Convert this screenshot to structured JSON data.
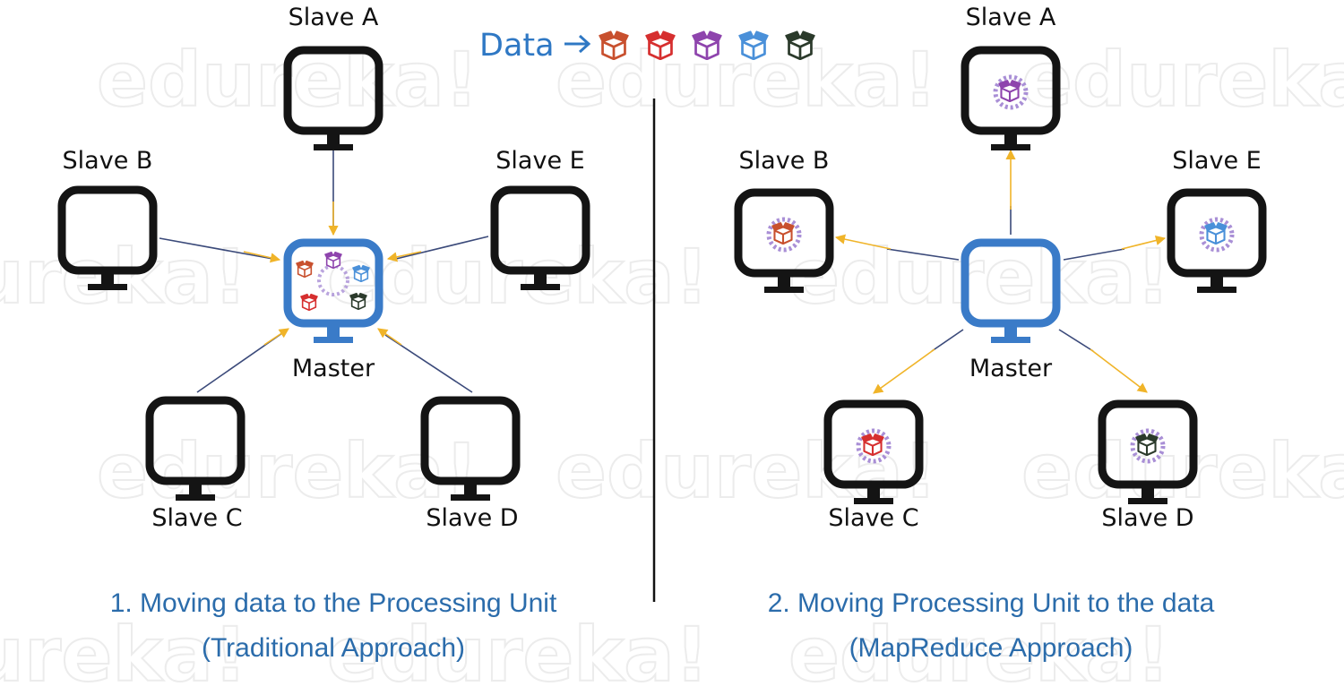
{
  "header": {
    "data_label": "Data",
    "box_colors": [
      "#c8502e",
      "#d62f2f",
      "#8e44ad",
      "#4a90d9",
      "#2b3a2b"
    ]
  },
  "colors": {
    "monitor_outline": "#141414",
    "master_outline": "#3a7bc8",
    "connector": "#3b4a7a",
    "arrow": "#f0b429",
    "spinner": "#a98fd6",
    "divider": "#111111"
  },
  "left": {
    "nodes": {
      "slave_a": "Slave A",
      "slave_b": "Slave B",
      "slave_c": "Slave C",
      "slave_d": "Slave D",
      "slave_e": "Slave E",
      "master": "Master"
    },
    "caption_line1": "1.    Moving data to the Processing Unit",
    "caption_line2": "(Traditional Approach)"
  },
  "right": {
    "nodes": {
      "slave_a": "Slave A",
      "slave_b": "Slave B",
      "slave_c": "Slave C",
      "slave_d": "Slave D",
      "slave_e": "Slave E",
      "master": "Master"
    },
    "caption_line1": "2. Moving Processing Unit  to the data",
    "caption_line2": "(MapReduce Approach)"
  },
  "watermark": "edureka!"
}
